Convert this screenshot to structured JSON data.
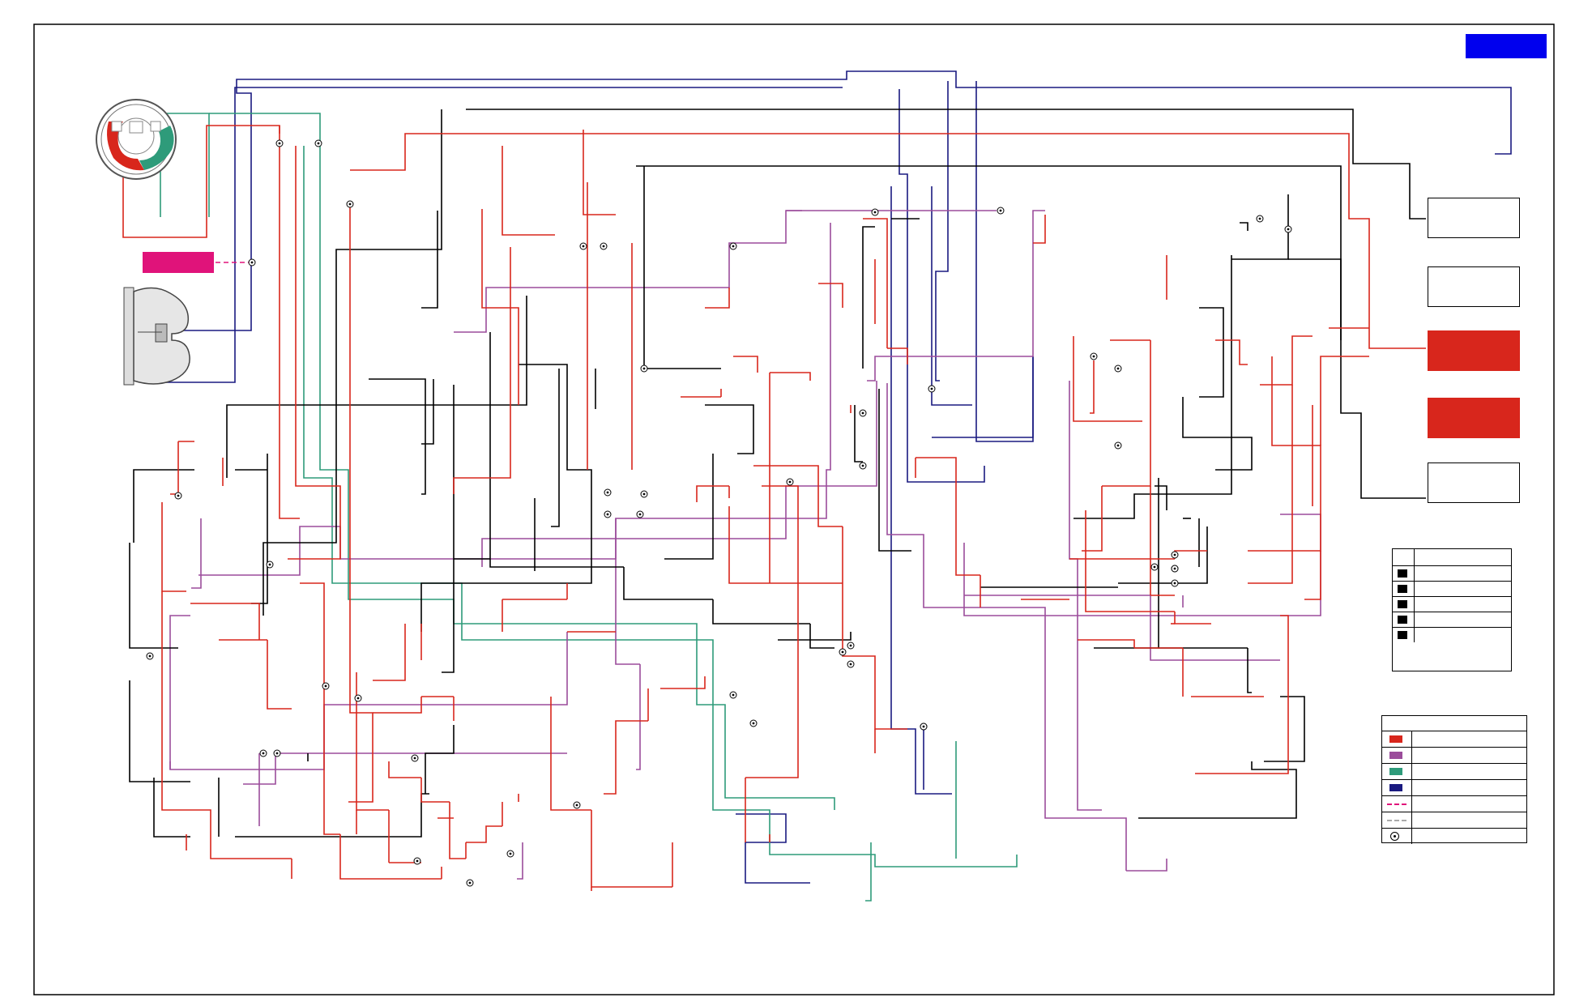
{
  "diagram": {
    "kind": "hydraulic-circuit-schematic",
    "title_box_color": "#0000ee",
    "colors": {
      "line_pressure": "#d8261c",
      "modulated_pressure": "#9b4c9b",
      "lube": "#2e9b7a",
      "suction": "#1a1a80",
      "exhaust": "#000000",
      "solenoid_coil": "#e07a4a",
      "spring_yellow": "#f2c200",
      "magenta_sensor": "#e0137a"
    },
    "legend": {
      "entries": [
        {
          "swatch": "#d8261c",
          "label": ""
        },
        {
          "swatch": "#9b4c9b",
          "label": ""
        },
        {
          "swatch": "#2e9b7a",
          "label": ""
        },
        {
          "swatch": "#1a1a80",
          "label": ""
        },
        {
          "swatch": "dash-red",
          "label": ""
        },
        {
          "swatch": "dash-gray",
          "label": ""
        },
        {
          "swatch": "orifice-dot",
          "label": ""
        }
      ]
    },
    "component_table": {
      "rows": 6
    },
    "side_boxes": [
      {
        "fill": "#ffffff"
      },
      {
        "fill": "#ffffff"
      },
      {
        "fill": "#d8261c"
      },
      {
        "fill": "#d8261c"
      },
      {
        "fill": "#ffffff"
      }
    ],
    "icons": [
      "pump-gear-icon",
      "torque-converter-icon",
      "filter-icon",
      "cooler-icon",
      "solenoid-icon",
      "valve-icon",
      "check-ball-icon",
      "accumulator-icon",
      "orifice-icon"
    ]
  }
}
